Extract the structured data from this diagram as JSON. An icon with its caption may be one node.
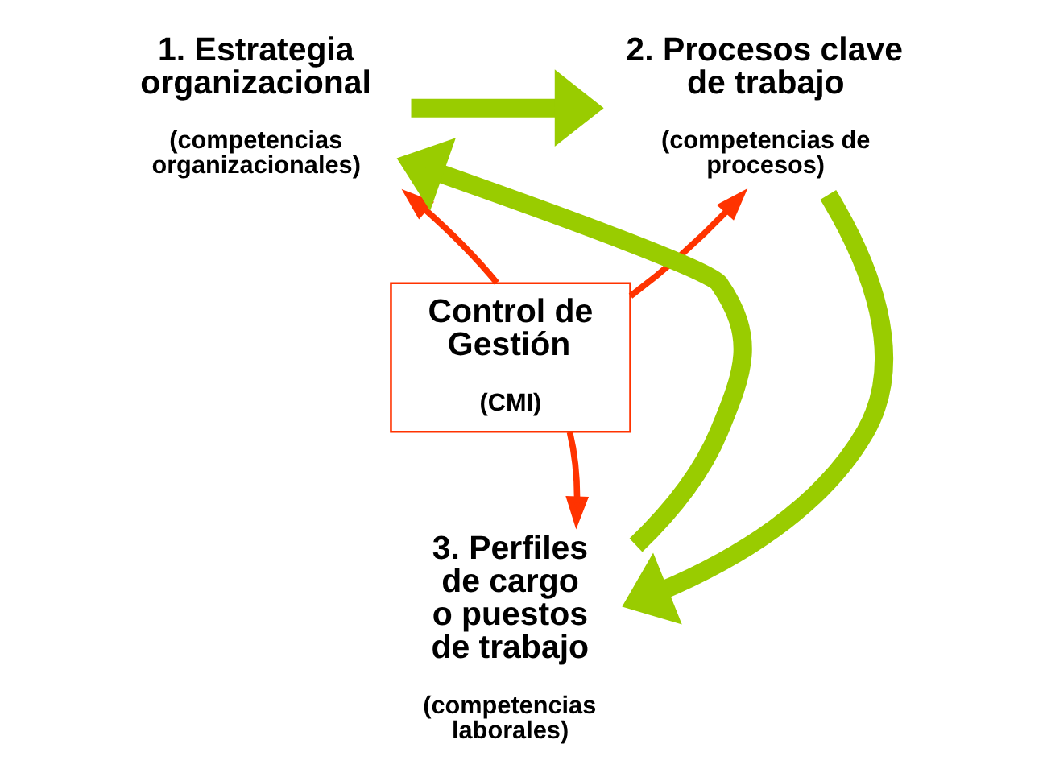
{
  "diagram": {
    "nodes": [
      {
        "text": [
          "1. Estrategia organizacional",
          "(competencias organizacionales)"
        ]
      },
      {
        "text": [
          "2. Procesos clave de trabajo",
          "(competencias de procesos)"
        ]
      },
      {
        "text": [
          "Control de Gestión",
          "(CMI)"
        ]
      },
      {
        "text": [
          "3. Perfiles de cargo o puestos de trabajo",
          "(competencias laborales)"
        ]
      }
    ],
    "edges": [
      {
        "from": 0,
        "to": 1,
        "arrow": "to",
        "style": "thick",
        "color": "#99cc00"
      },
      {
        "from": 1,
        "to": 3,
        "arrow": "to",
        "style": "thick",
        "color": "#99cc00"
      },
      {
        "from": 3,
        "to": 0,
        "arrow": "to",
        "style": "thick",
        "color": "#99cc00"
      },
      {
        "from": 2,
        "to": 0,
        "arrow": "to",
        "color": "#ff3300"
      },
      {
        "from": 2,
        "to": 1,
        "arrow": "to",
        "color": "#ff3300"
      },
      {
        "from": 2,
        "to": 3,
        "arrow": "to",
        "color": "#ff3300"
      }
    ]
  }
}
